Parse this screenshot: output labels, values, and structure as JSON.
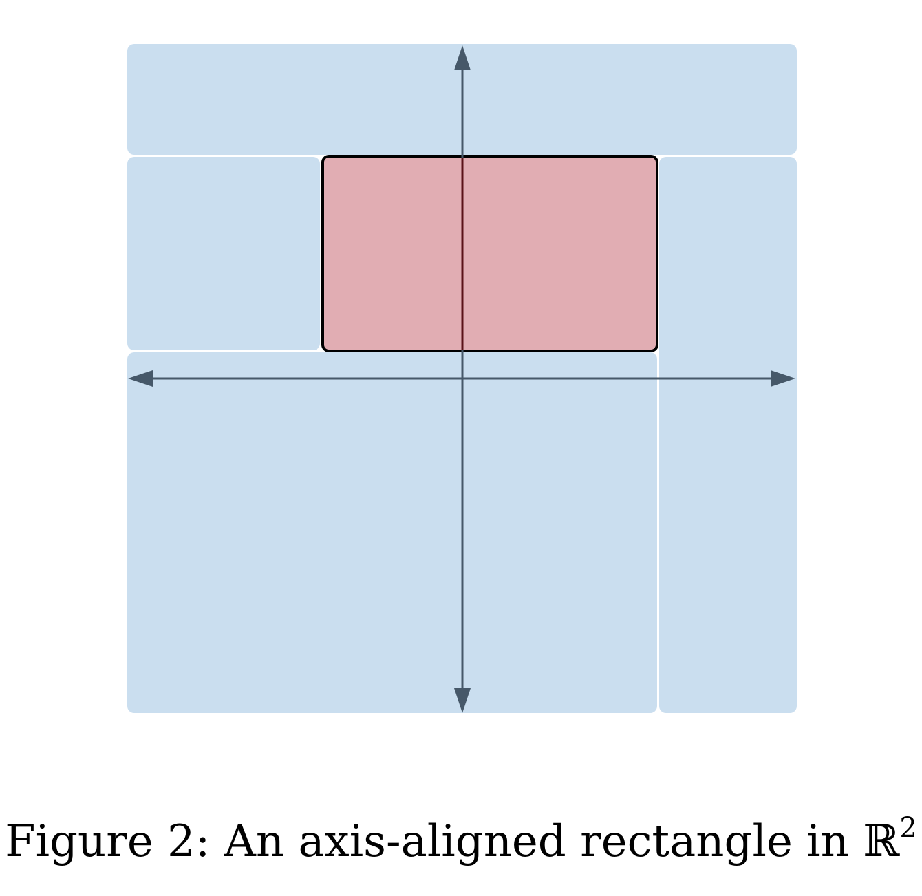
{
  "caption": {
    "prefix": "Figure 2:",
    "text": "An axis-aligned rectangle in",
    "space": "ℝ",
    "exponent": "2"
  },
  "colors": {
    "region": "#cadeef",
    "rectangle_fill": "#e1adb3",
    "rectangle_border": "#000000",
    "axis": "#465869",
    "background": "#ffffff"
  },
  "diagram": {
    "axes": [
      "horizontal-axis",
      "vertical-axis"
    ],
    "shape": "axis-aligned rectangle"
  }
}
